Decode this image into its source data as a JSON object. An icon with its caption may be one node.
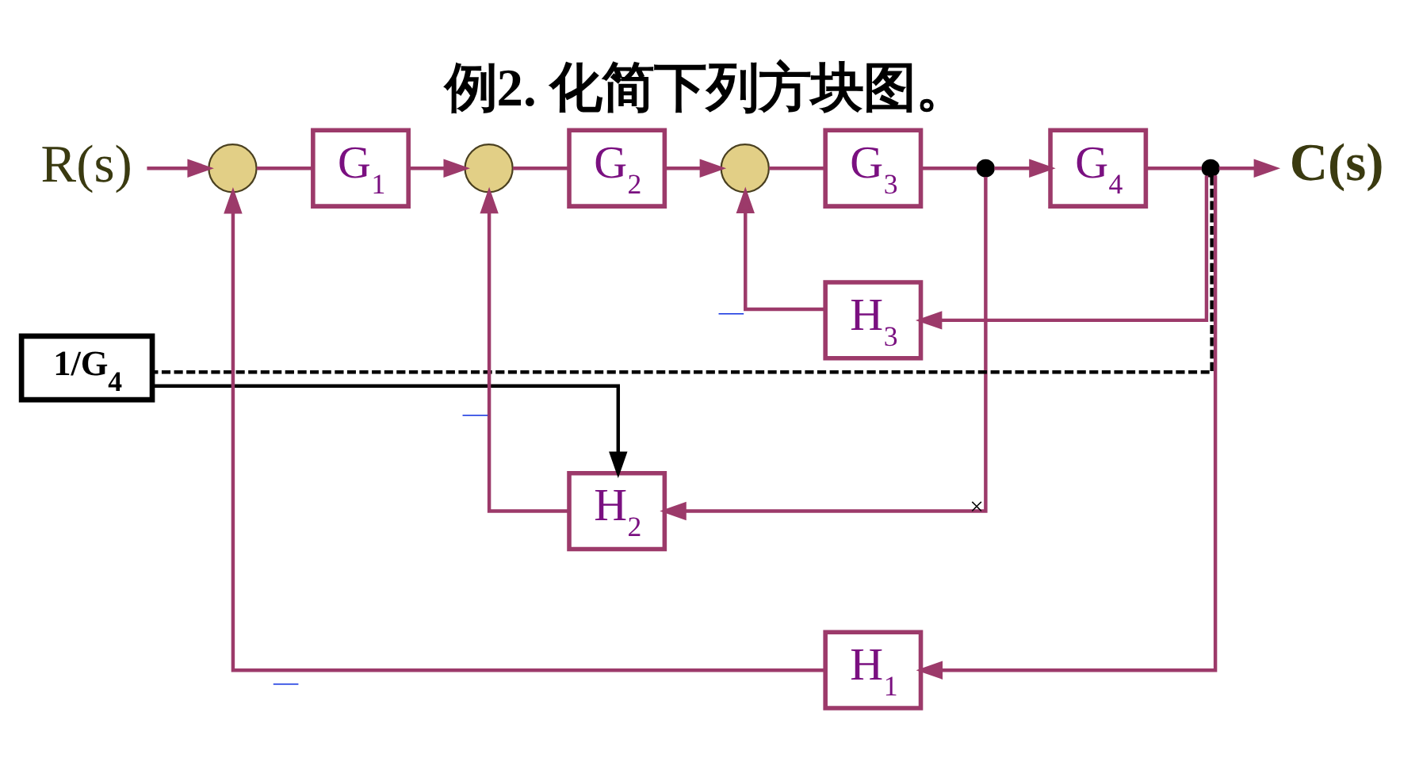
{
  "diagram": {
    "title": "例2. 化简下列方块图。",
    "nodes": [
      {
        "text": [
          "R(s)"
        ]
      },
      {
        "text": [],
        "shape": "circle"
      },
      {
        "text": [
          "G$_{1}$"
        ]
      },
      {
        "text": [],
        "shape": "circle"
      },
      {
        "text": [
          "G$_{2}$"
        ]
      },
      {
        "text": [],
        "shape": "circle"
      },
      {
        "text": [
          "G$_{3}$"
        ]
      },
      {
        "text": [],
        "shape": "dot"
      },
      {
        "text": [
          "G$_{4}$"
        ]
      },
      {
        "text": [],
        "shape": "dot"
      },
      {
        "text": [
          "C(s)"
        ]
      },
      {
        "text": [
          "1/G$_{4}$"
        ]
      },
      {
        "text": [
          "H$_{2}$"
        ]
      },
      {
        "text": [
          "H$_{3}$"
        ]
      },
      {
        "text": [
          "H$_{1}$"
        ]
      }
    ],
    "edges": [
      {
        "from": 0,
        "to": 1,
        "arrow": "to"
      },
      {
        "from": 1,
        "to": 2,
        "arrow": "none"
      },
      {
        "from": 2,
        "to": 3,
        "arrow": "to"
      },
      {
        "from": 3,
        "to": 4,
        "arrow": "none"
      },
      {
        "from": 4,
        "to": 5,
        "arrow": "to"
      },
      {
        "from": 5,
        "to": 6,
        "arrow": "none"
      },
      {
        "from": 6,
        "to": 7,
        "arrow": "none"
      },
      {
        "from": 7,
        "to": 8,
        "arrow": "to"
      },
      {
        "from": 8,
        "to": 9,
        "arrow": "none"
      },
      {
        "from": 9,
        "to": 10,
        "arrow": "to"
      },
      {
        "from": 7,
        "to": 12,
        "arrow": "to",
        "label": "×"
      },
      {
        "from": 9,
        "to": 11,
        "arrow": "none",
        "style": "dashed",
        "color": "#000000"
      },
      {
        "from": 11,
        "to": 12,
        "arrow": "to",
        "color": "#000000"
      },
      {
        "from": 12,
        "to": 3,
        "arrow": "to",
        "label": "—"
      },
      {
        "from": 9,
        "to": 13,
        "arrow": "to"
      },
      {
        "from": 13,
        "to": 5,
        "arrow": "to",
        "label": "—"
      },
      {
        "from": 9,
        "to": 14,
        "arrow": "to"
      },
      {
        "from": 14,
        "to": 1,
        "arrow": "to",
        "label": "—"
      }
    ]
  }
}
